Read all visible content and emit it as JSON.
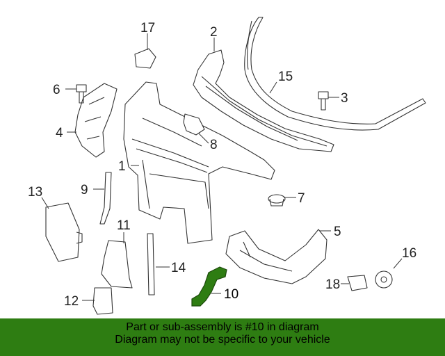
{
  "callouts": {
    "c1": "1",
    "c2": "2",
    "c3": "3",
    "c4": "4",
    "c5": "5",
    "c6": "6",
    "c7": "7",
    "c8": "8",
    "c9": "9",
    "c10": "10",
    "c11": "11",
    "c12": "12",
    "c13": "13",
    "c14": "14",
    "c15": "15",
    "c16": "16",
    "c17": "17",
    "c18": "18"
  },
  "highlighted_part": "10",
  "colors": {
    "highlight": "#2e7d12",
    "banner": "#2e7d12",
    "line": "#333333"
  },
  "banner": {
    "line1": "Part or sub-assembly is #10 in diagram",
    "line2": "Diagram may not be specific to your vehicle"
  }
}
